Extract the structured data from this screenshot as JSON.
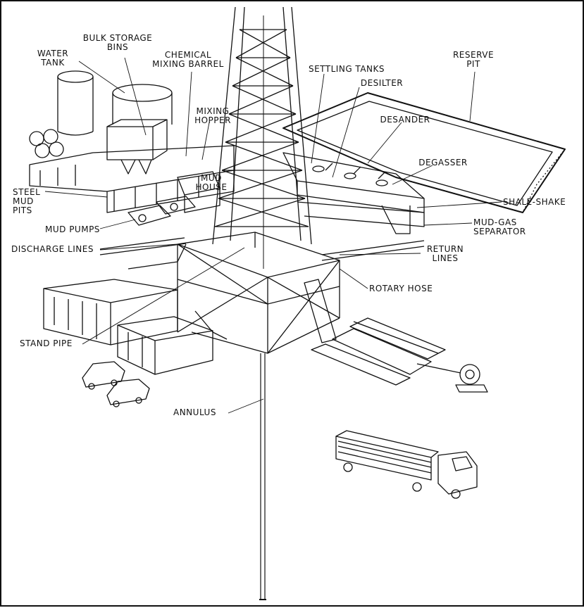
{
  "labels": {
    "bulk_storage_bins": [
      "BULK STORAGE",
      "BINS"
    ],
    "water_tank": [
      "WATER",
      "TANK"
    ],
    "chemical_mixing_barrel": [
      "CHEMICAL",
      "MIXING BARREL"
    ],
    "settling_tanks": [
      "SETTLING TANKS"
    ],
    "reserve_pit": [
      "RESERVE",
      "PIT"
    ],
    "desilter": [
      "DESILTER"
    ],
    "mixing_hopper": [
      "MIXING",
      "HOPPER"
    ],
    "desander": [
      "DESANDER"
    ],
    "degasser": [
      "DEGASSER"
    ],
    "mud_house": [
      "MUD",
      "HOUSE"
    ],
    "steel_mud_pits": [
      "STEEL",
      "MUD",
      "PITS"
    ],
    "shale_shaker": [
      "SHALE-SHAKE"
    ],
    "mud_gas_separator": [
      "MUD-GAS",
      "SEPARATOR"
    ],
    "mud_pumps": [
      "MUD PUMPS"
    ],
    "discharge_lines": [
      "DISCHARGE LINES"
    ],
    "return_lines": [
      "RETURN",
      "LINES"
    ],
    "rotary_hose": [
      "ROTARY HOSE"
    ],
    "stand_pipe": [
      "STAND PIPE"
    ],
    "annulus": [
      "ANNULUS"
    ]
  },
  "colors": {
    "ink": "#111111",
    "paper": "#ffffff"
  }
}
